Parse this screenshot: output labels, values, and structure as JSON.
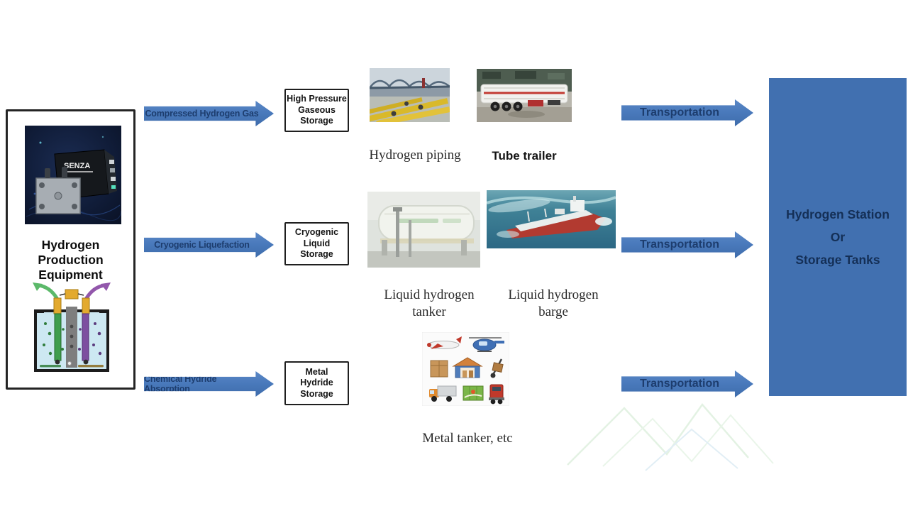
{
  "left_panel": {
    "title": "Hydrogen Production Equipment",
    "device_brand": "SENZA"
  },
  "rows": [
    {
      "process_label": "Compressed Hydrogen Gas",
      "storage_lines": [
        "High Pressure",
        "Gaseous",
        "Storage"
      ],
      "captions": [
        "Hydrogen piping",
        "Tube trailer"
      ],
      "transport_label": "Transportation"
    },
    {
      "process_label": "Cryogenic Liquefaction",
      "storage_lines": [
        "Cryogenic",
        "Liquid",
        "Storage"
      ],
      "captions": [
        "Liquid hydrogen tanker",
        "Liquid hydrogen barge"
      ],
      "transport_label": "Transportation"
    },
    {
      "process_label": "Chemical Hydride Absorption",
      "storage_lines": [
        "Metal",
        "Hydride",
        "Storage"
      ],
      "captions": [
        "Metal tanker, etc"
      ],
      "transport_label": "Transportation"
    }
  ],
  "destination": {
    "lines": [
      "Hydrogen Station",
      "Or",
      "Storage Tanks"
    ]
  },
  "colors": {
    "arrow_fill": "#4a7abc",
    "arrow_text": "#1d3d6e",
    "destination_fill": "#4170b0",
    "destination_text": "#142f56",
    "box_border": "#1f1f1f",
    "background": "#ffffff"
  }
}
